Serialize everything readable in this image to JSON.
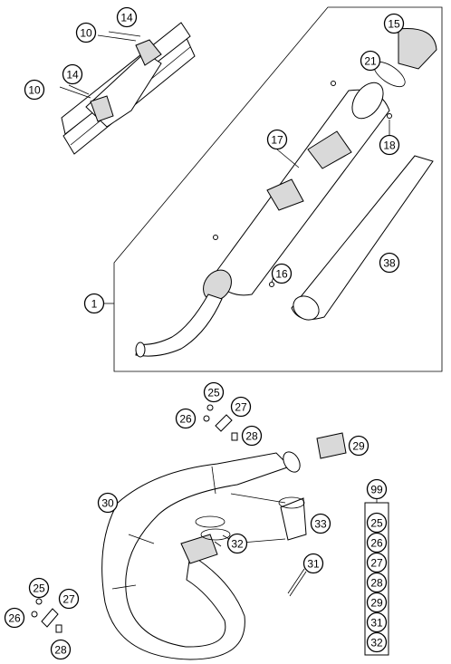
{
  "callouts": [
    {
      "id": "c1",
      "label": "1"
    },
    {
      "id": "c10a",
      "label": "10"
    },
    {
      "id": "c10b",
      "label": "10"
    },
    {
      "id": "c14a",
      "label": "14"
    },
    {
      "id": "c14b",
      "label": "14"
    },
    {
      "id": "c15",
      "label": "15"
    },
    {
      "id": "c16",
      "label": "16"
    },
    {
      "id": "c17",
      "label": "17"
    },
    {
      "id": "c18",
      "label": "18"
    },
    {
      "id": "c21",
      "label": "21"
    },
    {
      "id": "c38",
      "label": "38"
    },
    {
      "id": "c25a",
      "label": "25"
    },
    {
      "id": "c26a",
      "label": "26"
    },
    {
      "id": "c27a",
      "label": "27"
    },
    {
      "id": "c28a",
      "label": "28"
    },
    {
      "id": "c29",
      "label": "29"
    },
    {
      "id": "c30",
      "label": "30"
    },
    {
      "id": "c31",
      "label": "31"
    },
    {
      "id": "c32",
      "label": "32"
    },
    {
      "id": "c33",
      "label": "33"
    },
    {
      "id": "c25b",
      "label": "25"
    },
    {
      "id": "c26b",
      "label": "26"
    },
    {
      "id": "c27b",
      "label": "27"
    },
    {
      "id": "c28b",
      "label": "28"
    }
  ],
  "kit": {
    "header": "99",
    "items": [
      "25",
      "26",
      "27",
      "28",
      "29",
      "31",
      "32"
    ]
  }
}
